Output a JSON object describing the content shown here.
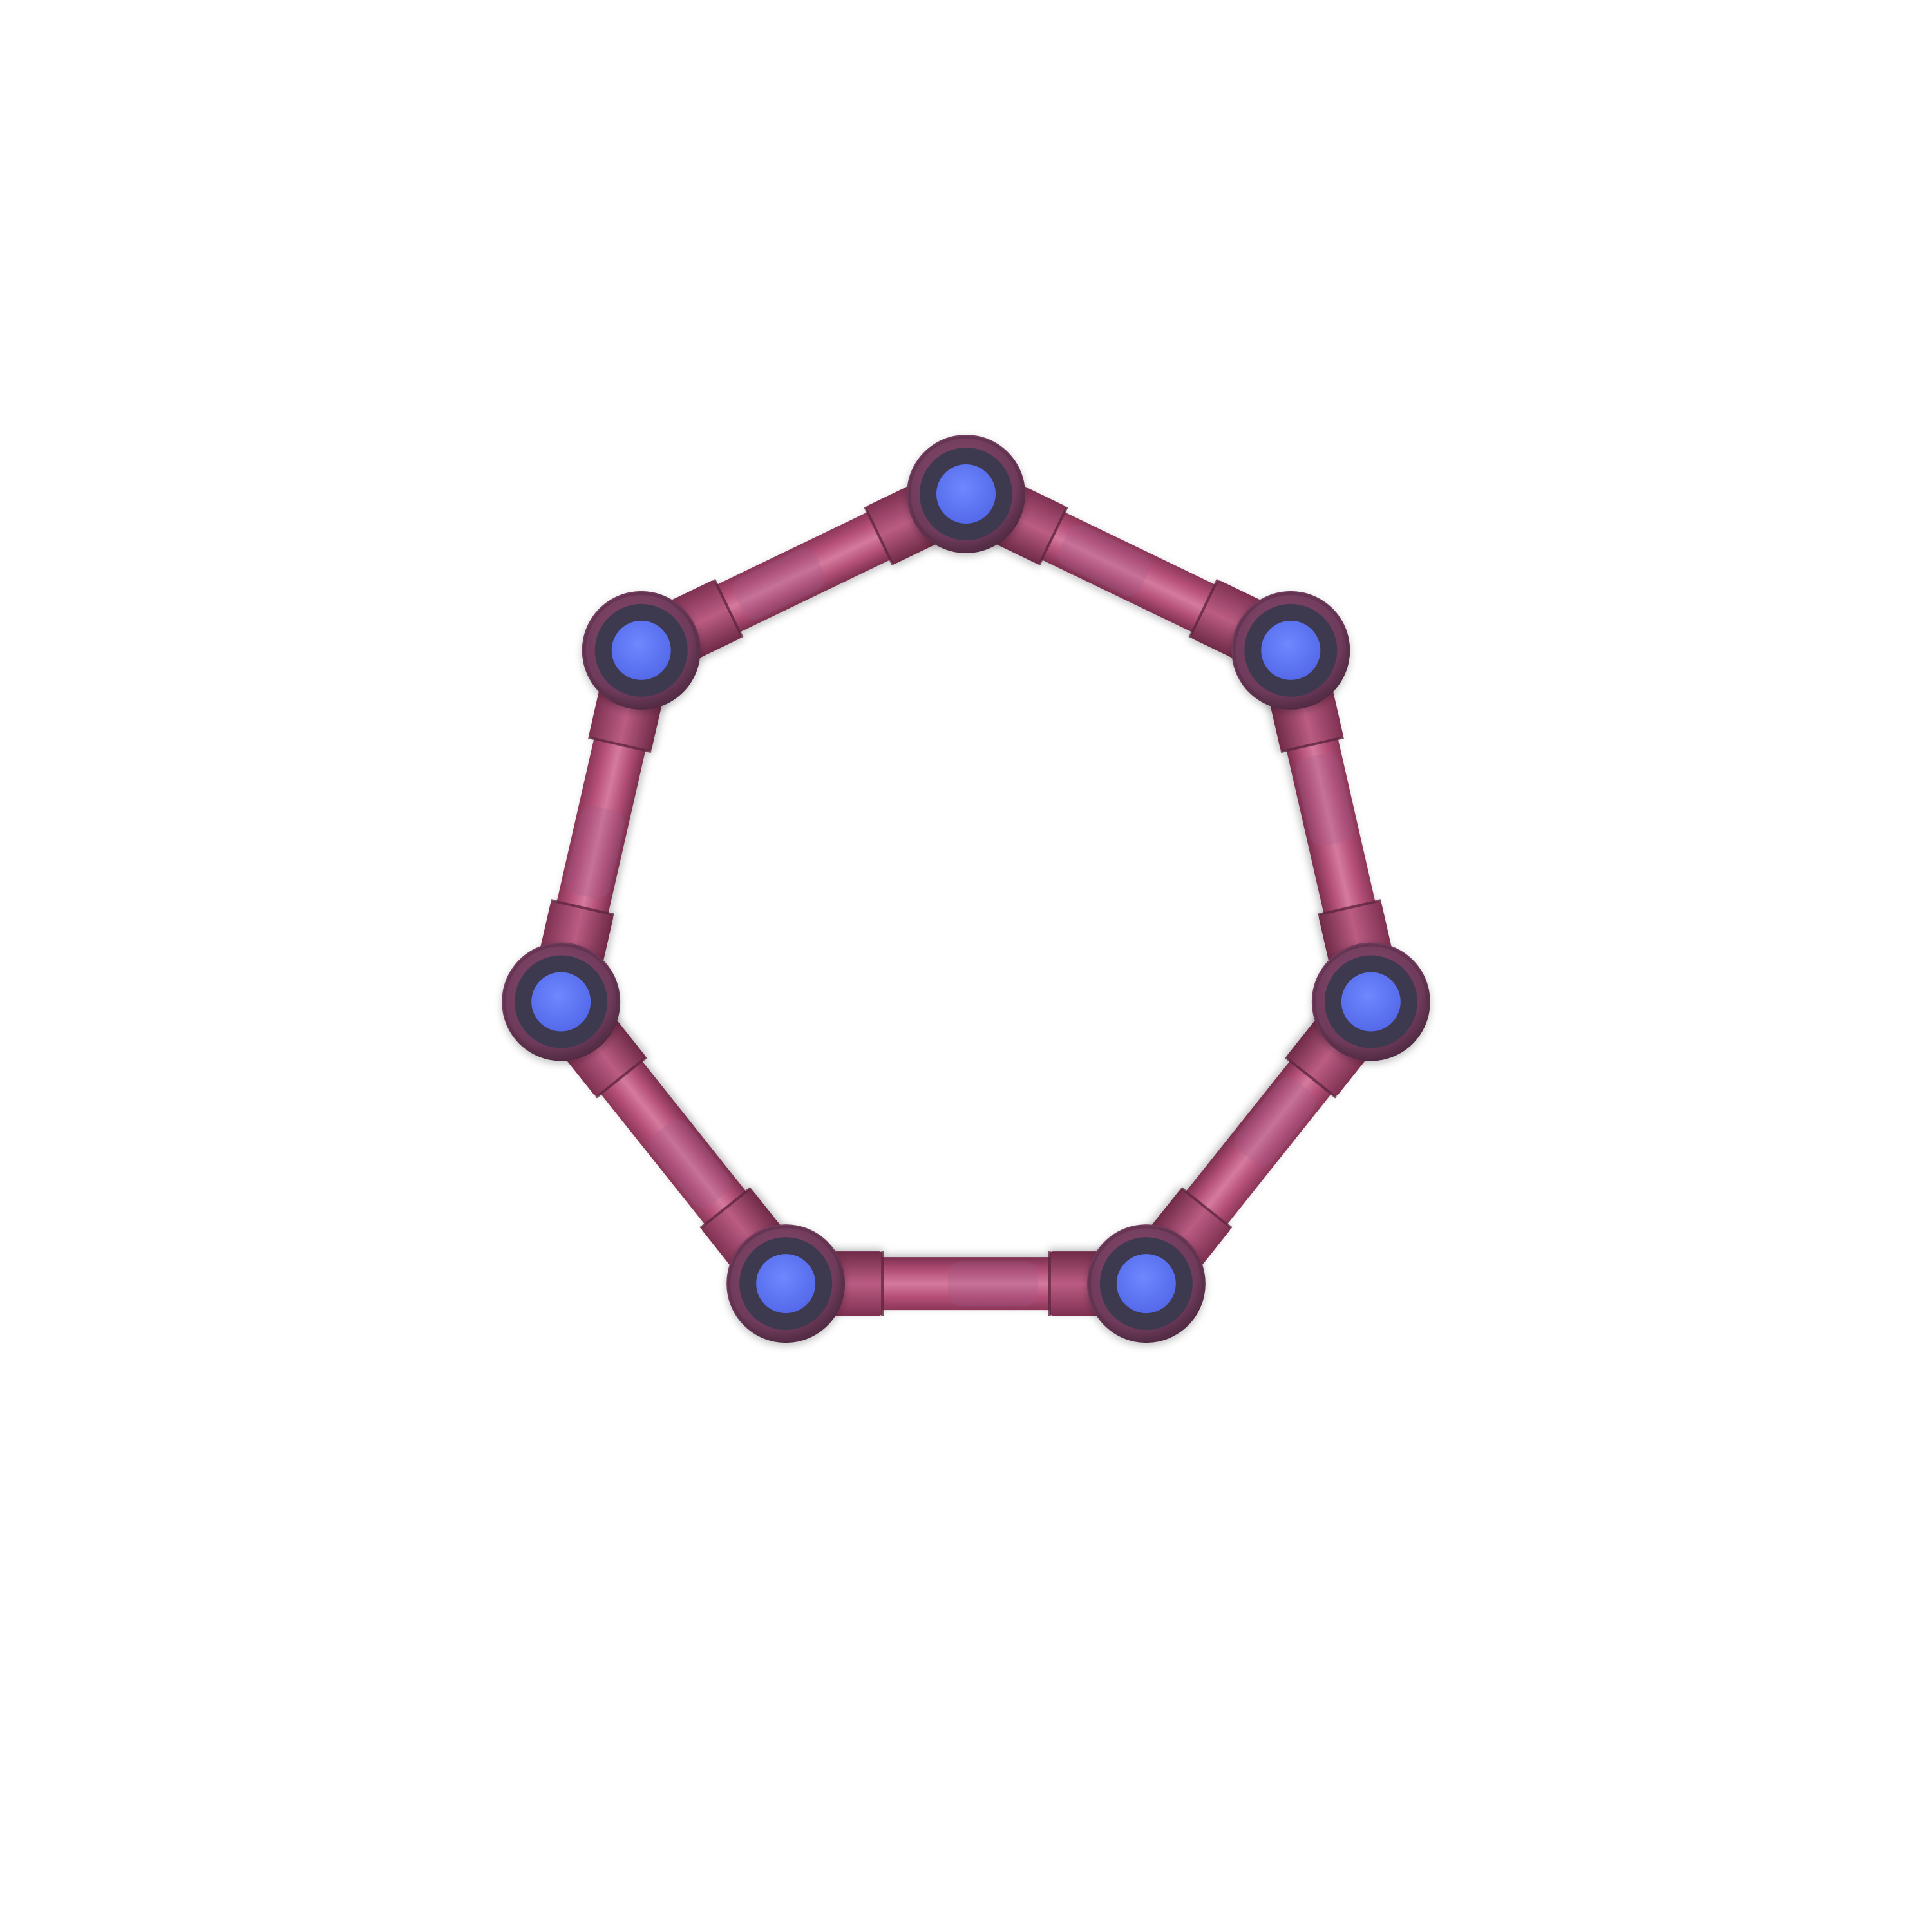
{
  "diagram": {
    "shape": "heptagon",
    "vertex_count": 7,
    "edge_count": 7,
    "colors": {
      "background": "#ffffff",
      "pipe_base": "#a8456b",
      "pipe_highlight": "#d57a9e",
      "pipe_shadow": "#7c2f4f",
      "pipe_seam": "#5e2640",
      "joint_outer": "#6e3a5a",
      "joint_ring": "#3d3a4f",
      "joint_core": "#5f79f5"
    },
    "vertices": [
      {
        "id": "v-top"
      },
      {
        "id": "v-upper-right"
      },
      {
        "id": "v-lower-right"
      },
      {
        "id": "v-bottom-right"
      },
      {
        "id": "v-bottom-left"
      },
      {
        "id": "v-lower-left"
      },
      {
        "id": "v-upper-left"
      }
    ],
    "edges": [
      {
        "from": 0,
        "to": 1
      },
      {
        "from": 1,
        "to": 2
      },
      {
        "from": 2,
        "to": 3
      },
      {
        "from": 3,
        "to": 4
      },
      {
        "from": 4,
        "to": 5
      },
      {
        "from": 5,
        "to": 6
      },
      {
        "from": 6,
        "to": 0
      }
    ]
  }
}
